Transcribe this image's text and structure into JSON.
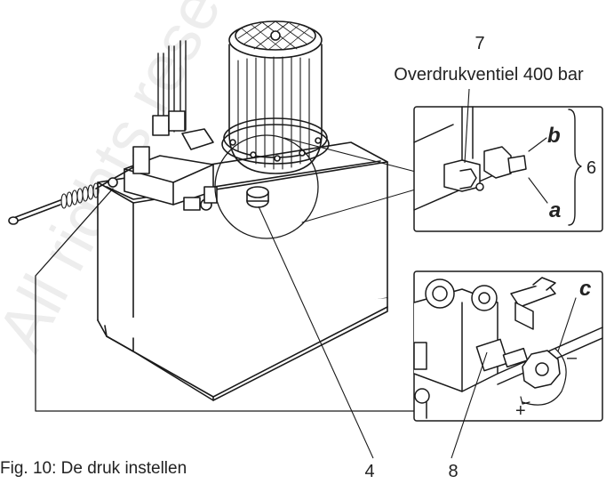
{
  "figure": {
    "caption": "Fig. 10: De druk instellen",
    "watermark": "All rights reserved",
    "callouts": {
      "c7": {
        "number": "7",
        "text": "Overdrukventiel 400 bar"
      },
      "c6": "6",
      "c4": "4",
      "c8": "8"
    },
    "letters": {
      "a": "a",
      "b": "b",
      "c": "c"
    },
    "signs": {
      "plus": "+",
      "minus": "–"
    }
  },
  "colors": {
    "line": "#1a1a1a",
    "paper": "#ffffff",
    "watermark": "#d9d9d9"
  },
  "icons": [
    "hydraulic-power-unit-drawing",
    "relief-valve-detail",
    "adjustment-knob-detail"
  ]
}
